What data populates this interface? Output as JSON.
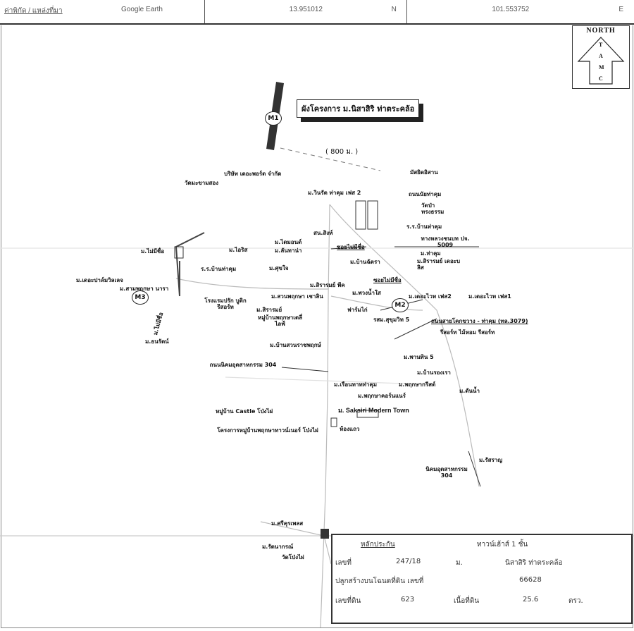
{
  "header": {
    "source_label": "ค่าพิกัด / แหล่งที่มา",
    "source_value": "Google Earth",
    "lat": "13.951012",
    "lat_dir": "N",
    "lon": "101.553752",
    "lon_dir": "E"
  },
  "north": {
    "label": "NORTH",
    "letters": [
      "T",
      "A",
      "M",
      "C"
    ]
  },
  "title": "ผังโครงการ ม.นิสาสิริ ท่าตระคล้อ",
  "markers": {
    "m1": "M1",
    "m2": "M2",
    "m3": "M3"
  },
  "distance": "( 800 ม. )",
  "labels": [
    "บริษัท เดอะพอร์ต จำกัด",
    "วัดมะขามสอง",
    "ม.วินรัต ท่าคุม เฟส 2",
    "มัสยิดอิสาน",
    "ถนนนัยท่าคุม",
    "วัดป่าทรงธรรม",
    "ร.ร.บ้านท่าคุม",
    "ทางหลวงชนบท ปจ. 5009",
    "ม.ท่าคุม",
    "ม.สิรารมย์ เดอะบลิส",
    "สน.สิงห์",
    "ม.ไดมอนด์",
    "ม.ลันทาน่า",
    "ม.ไอริส",
    "ซอยไม่มีชื่อ",
    "ม.ไม่มีชื่อ",
    "ร.ร.บ้านท่าคุม",
    "ม.ศุขใจ",
    "ม.บ้านฉัตรา",
    "ม.เดอะปาล์มวิลเลจ",
    "ม.สามพฤกษา นารา",
    "ม.ไม่มีชื่อ",
    "โรงแรมปรัก บูติก รีสอร์ท",
    "ม.สวนพฤกษา เชาลิน",
    "ม.สิรารมย์",
    "หมู่บ้านพฤกษาเดลี่ ไลฟ์",
    "ม.สิรารมย์ พีค",
    "ม.พวงน้ำใส",
    "ซอยไม่มีชื่อ",
    "ฟาร์มไก่",
    "ม.เดอะไวท เฟส2",
    "ม.เดอะไวท เฟส1",
    "รสม.สุขุมวิท 5",
    "ถนนสายโคกขวาง - ท่าคุม (ทล.3079)",
    "รีสอร์ท ไม้หอม รีสอร์ท",
    "ม.ธนรัตน์",
    "ม.บ้านสวนราชพฤกษ์",
    "ถนนนิคมอุตสาหกรรม 304",
    "ม.พานทิน 5",
    "ม.บ้านรองเรา",
    "ม.เรือนทาทท่าคุม",
    "ม.พฤกษากรีสต์",
    "ม.ดันน้ำ",
    "ม.พฤกษาคอร์นแนร์",
    "หมู่บ้าน Castle โป่งไผ่",
    "ม. Saksiri Modern Town",
    "ห้องแถว",
    "โครงการหมู่บ้านพฤกษาทาวน์เนอร์ โป่งไผ่",
    "ม.รัสราญ",
    "นิคมอุตสาหกรรม 304",
    "ม.ศรีคุรเพลส",
    "ม.รัตนากรณ์",
    "วัดโป่งไผ่"
  ],
  "info": {
    "collateral_label": "หลักประกัน",
    "collateral_type": "ทาวน์เฮ้าส์ 1 ชั้น",
    "no_label": "เลขที่",
    "no_value": "247/18",
    "village_label": "ม.",
    "village_value": "นิสาสิริ ท่าตระคล้อ",
    "deed_label": "ปลูกสร้างบนโฉนดที่ดิน เลขที่",
    "deed_value": "66628",
    "land_no_label": "เลขที่ดิน",
    "land_no_value": "623",
    "area_label": "เนื้อที่ดิน",
    "area_value": "25.6",
    "area_unit": "ตรว."
  }
}
